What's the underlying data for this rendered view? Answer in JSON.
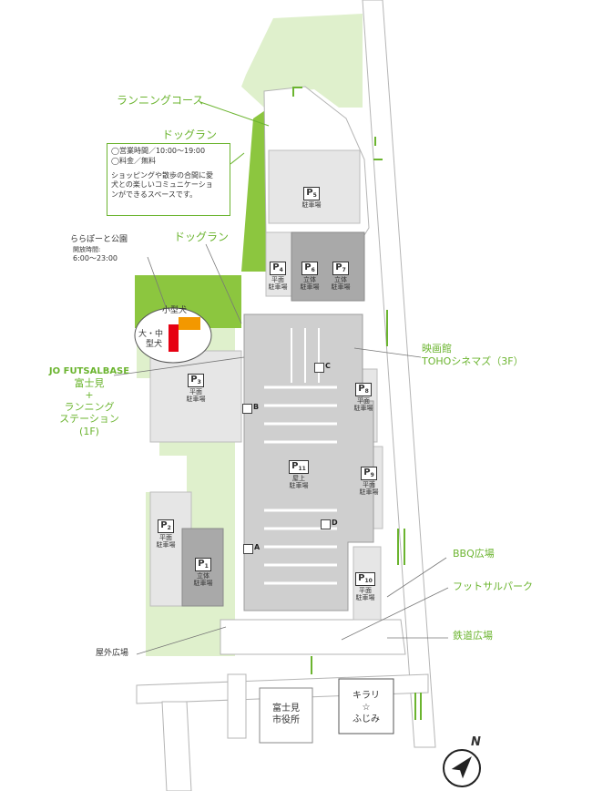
{
  "labels": {
    "running_course": "ランニングコース",
    "dog_run_title": "ドッグラン",
    "dog_run_label": "ドッグラン",
    "lalaport_park": "ららぽーと公園",
    "park_hours_label": "開放時間:",
    "park_hours": "6:00～23:00",
    "small_dog": "小型犬",
    "large_dog_1": "大・中",
    "large_dog_2": "型犬",
    "futsal_name": "JO FUTSALBASE",
    "futsal_line1": "富士見",
    "futsal_plus": "+",
    "futsal_line2": "ランニング",
    "futsal_line3": "ステーション",
    "futsal_floor": "(1F)",
    "cinema_line1": "映画館",
    "cinema_line2": "TOHOシネマズ（3F）",
    "bbq": "BBQ広場",
    "futsal_park": "フットサルパーク",
    "railway_plaza": "鉄道広場",
    "outdoor_plaza": "屋外広場",
    "city_hall_1": "富士見",
    "city_hall_2": "市役所",
    "kirari_1": "キラリ",
    "kirari_star": "☆",
    "kirari_2": "ふじみ",
    "north": "N"
  },
  "dog_run_info": {
    "hours": "◯営業時間／10:00～19:00",
    "fee": "◯料金／無料",
    "desc_1": "ショッピングや散歩の合間に愛",
    "desc_2": "犬との楽しいコミュニケーショ",
    "desc_3": "ンができるスペースです。"
  },
  "parking": [
    {
      "id": "P",
      "num": "1",
      "line1": "立体",
      "line2": "駐車場"
    },
    {
      "id": "P",
      "num": "2",
      "line1": "平面",
      "line2": "駐車場"
    },
    {
      "id": "P",
      "num": "3",
      "line1": "平面",
      "line2": "駐車場"
    },
    {
      "id": "P",
      "num": "4",
      "line1": "平面",
      "line2": "駐車場"
    },
    {
      "id": "P",
      "num": "5",
      "line1": "駐車場",
      "line2": ""
    },
    {
      "id": "P",
      "num": "6",
      "line1": "立体",
      "line2": "駐車場"
    },
    {
      "id": "P",
      "num": "7",
      "line1": "立体",
      "line2": "駐車場"
    },
    {
      "id": "P",
      "num": "8",
      "line1": "平面",
      "line2": "駐車場"
    },
    {
      "id": "P",
      "num": "9",
      "line1": "平面",
      "line2": "駐車場"
    },
    {
      "id": "P",
      "num": "10",
      "line1": "平面",
      "line2": "駐車場"
    },
    {
      "id": "P",
      "num": "11",
      "line1": "屋上",
      "line2": "駐車場"
    }
  ],
  "entrances": [
    "A",
    "B",
    "C",
    "D"
  ],
  "colors": {
    "green_area": "#dff0cc",
    "green_dark": "#8cc63f",
    "accent_green": "#6bb42f",
    "road": "#ffffff",
    "road_outline": "#b5b5b5",
    "parking_light": "#e6e6e6",
    "parking_dark": "#a9a9a9",
    "building": "#c9c9c9",
    "dog_small": "#f39800",
    "dog_large": "#e60012"
  }
}
